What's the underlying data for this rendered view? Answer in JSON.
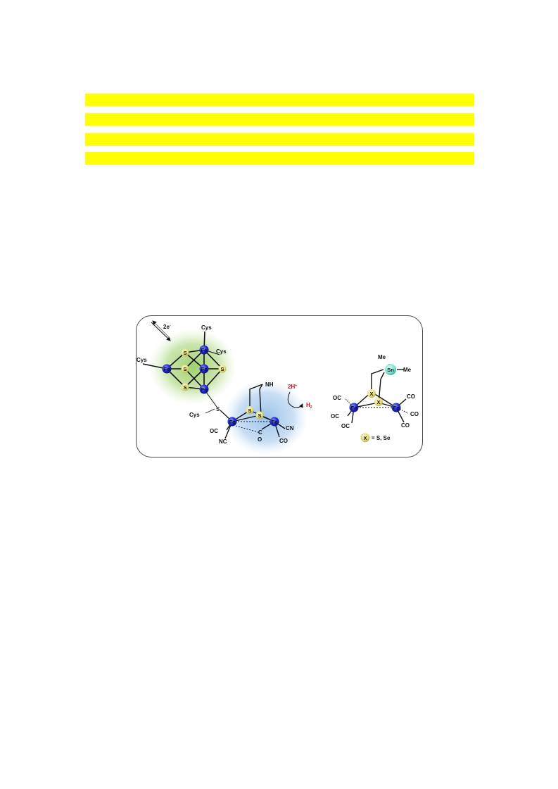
{
  "highlight_bars": [
    {
      "text": ""
    },
    {
      "text": ""
    },
    {
      "text": ""
    },
    {
      "text": ""
    }
  ],
  "colors": {
    "highlight": "#ffff00",
    "iron": "#2230d8",
    "sulfur": "#e8e07a",
    "tin": "#7fe0cf",
    "cluster_glow": "#7fbf3f",
    "active_site_glow": "#7fb2e5",
    "proton_text": "#c0101a"
  },
  "figure": {
    "left_scheme": {
      "electron_label": "2e",
      "electron_sup": "-",
      "cys_labels": [
        "Cys",
        "Cys",
        "Cys",
        "Cys"
      ],
      "cubane_atoms": [
        "Fe",
        "Fe",
        "Fe",
        "Fe",
        "S",
        "S",
        "S",
        "S"
      ],
      "bridge_S": "S",
      "nh_label": "NH",
      "active_site_S": [
        "S",
        "S"
      ],
      "active_site_Fe": [
        "Fe",
        "Fe"
      ],
      "ligands": {
        "oc_left": "OC",
        "nc_left": "NC",
        "bridge_c": "C",
        "bridge_o": "O",
        "cn_right": "CN",
        "co_right": "CO"
      },
      "proton_label": "2H",
      "proton_sup": "+",
      "h2_label": "H",
      "h2_sub": "2"
    },
    "right_scheme": {
      "me_top": "Me",
      "me_right": "Me",
      "tin": "Sn",
      "x_atoms": [
        "X",
        "X"
      ],
      "fe_atoms": [
        "Fe",
        "Fe"
      ],
      "left_ligands": [
        "OC",
        "OC",
        "OC"
      ],
      "right_ligands": [
        "CO",
        "CO",
        "CO"
      ],
      "legend_atom": "X",
      "legend_text": "= S, Se"
    }
  }
}
